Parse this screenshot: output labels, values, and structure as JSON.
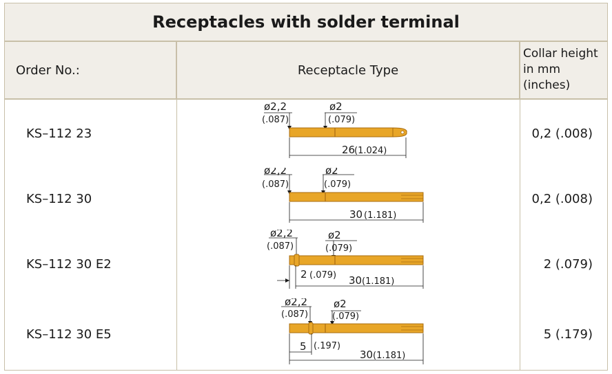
{
  "title": "Receptacles with solder terminal",
  "headers": {
    "order_no": "Order No.:",
    "type": "Receptacle Type",
    "collar_l1": "Collar height",
    "collar_l2": "in mm",
    "collar_l3": "(inches)"
  },
  "rows": [
    {
      "order_no": "KS–112 23",
      "collar": "0,2 (.008)",
      "d1": "ø2,2",
      "d1_in": "(.087)",
      "d2": "ø2",
      "d2_in": "(.079)",
      "len": "26",
      "len_in": "(1.024)"
    },
    {
      "order_no": "KS–112 30",
      "collar": "0,2 (.008)",
      "d1": "ø2,2",
      "d1_in": "(.087)",
      "d2": "ø2",
      "d2_in": "(.079)",
      "len": "30",
      "len_in": "(1.181)"
    },
    {
      "order_no": "KS–112 30 E2",
      "collar": "2 (.079)",
      "d1": "ø2,2",
      "d1_in": "(.087)",
      "d2": "ø2",
      "d2_in": "(.079)",
      "c": "2",
      "c_in": "(.079)",
      "len": "30",
      "len_in": "(1.181)"
    },
    {
      "order_no": "KS–112 30 E5",
      "collar": "5 (.179)",
      "d1": "ø2,2",
      "d1_in": "(.087)",
      "d2": "ø2",
      "d2_in": "(.079)",
      "c": "5",
      "c_in": "(.197)",
      "len": "30",
      "len_in": "(1.181)"
    }
  ],
  "colors": {
    "pin_fill": "#e8a628",
    "pin_dark": "#a86c10",
    "border": "#c8bfa8",
    "header_bg": "#f1eee8"
  }
}
